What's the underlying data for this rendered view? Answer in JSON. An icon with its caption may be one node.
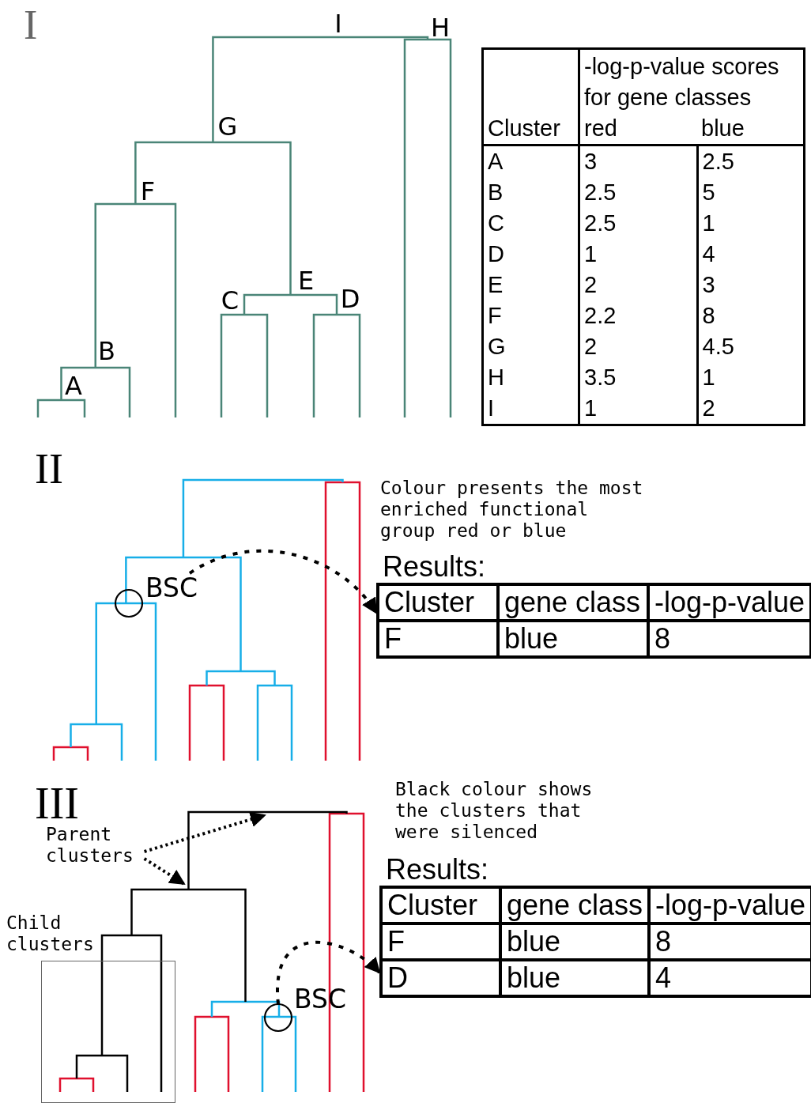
{
  "diagram": {
    "nodes": [
      {
        "text": [],
        "shape": "circle",
        "beside": [
          "BSC"
        ]
      },
      {
        "text": [
          "Results:",
          "Cluster",
          "gene class",
          "-log-p-value",
          "F",
          "blue",
          "8"
        ]
      },
      {
        "text": [],
        "shape": "circle",
        "beside": [
          "BSC"
        ]
      },
      {
        "text": [
          "Results:",
          "Cluster",
          "gene class",
          "-log-p-value",
          "F",
          "blue",
          "8",
          "D",
          "blue",
          "4"
        ]
      },
      {
        "text": [
          "Parent clusters"
        ]
      },
      {
        "text": [
          "Child clusters"
        ]
      }
    ],
    "edges": [
      {
        "from": 0,
        "to": 1,
        "arrow": "to",
        "style": "dashed"
      },
      {
        "from": 4,
        "to": null,
        "arrow": "to",
        "style": "dashed"
      },
      {
        "from": 4,
        "to": null,
        "arrow": "to",
        "style": "dashed"
      },
      {
        "from": 2,
        "to": 3,
        "arrow": "to",
        "style": "dashed"
      }
    ],
    "labels": [
      "I",
      "I",
      "H",
      "G",
      "F",
      "E",
      "C",
      "D",
      "B",
      "A",
      "-log-p-value scores for gene classes",
      "Cluster",
      "red",
      "blue",
      "A",
      "3",
      "2.5",
      "B",
      "2.5",
      "5",
      "C",
      "2.5",
      "1",
      "D",
      "1",
      "4",
      "E",
      "2",
      "3",
      "F",
      "2.2",
      "8",
      "G",
      "2",
      "4.5",
      "H",
      "3.5",
      "1",
      "I",
      "1",
      "2",
      "II",
      "Colour presents the most enriched functional group red or blue",
      "III",
      "Black colour shows the clusters that were silenced"
    ]
  }
}
